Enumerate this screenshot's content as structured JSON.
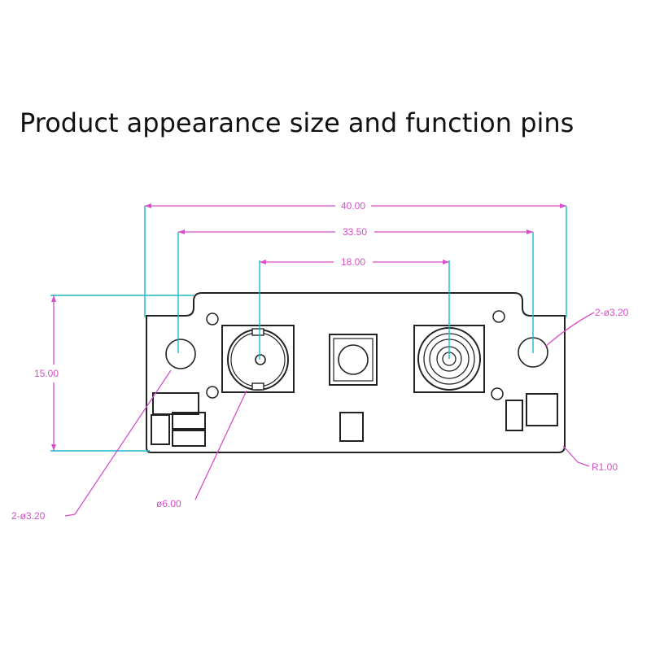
{
  "title": "Product appearance size and function pins",
  "dimensions": {
    "overall_width": "40.00",
    "hole_spacing": "33.50",
    "led_spacing": "18.00",
    "height": "15.00",
    "hole_right": "2-ø3.20",
    "hole_left": "2-ø3.20",
    "led_diameter": "ø6.00",
    "corner_radius": "R1.00"
  },
  "colors": {
    "outline": "#222222",
    "dimension_magenta": "#d64fc8",
    "extension_cyan": "#19b8c8"
  }
}
